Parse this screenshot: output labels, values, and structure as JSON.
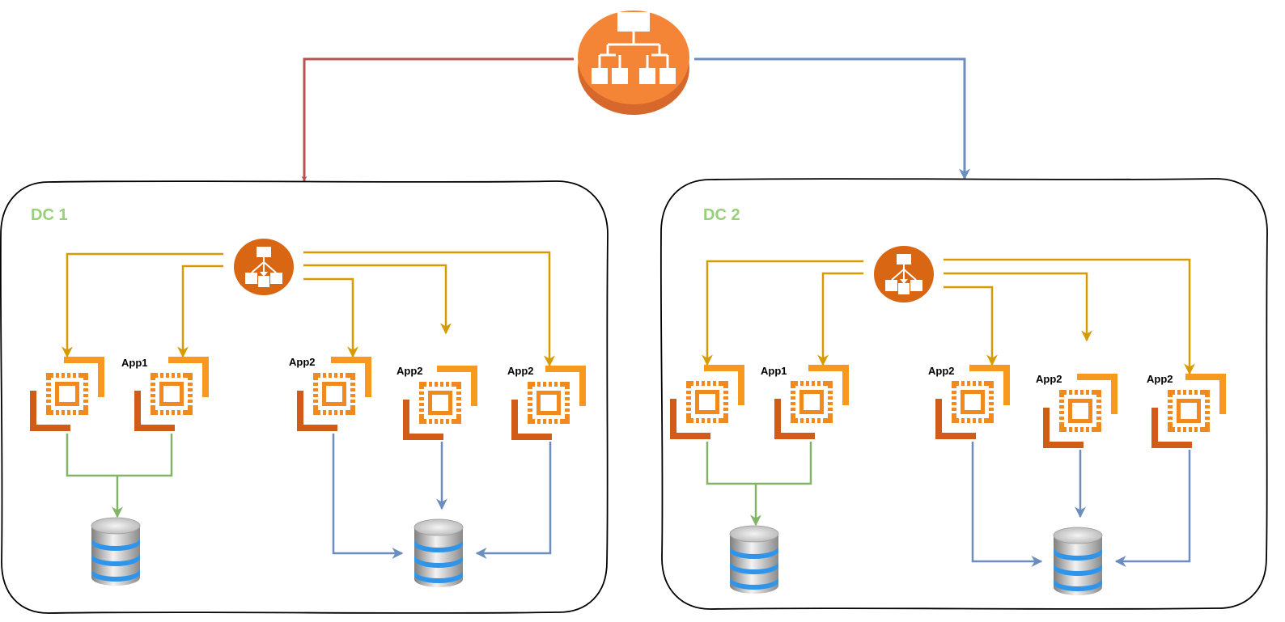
{
  "colors": {
    "elb_orange": "#f58536",
    "elb_shadow": "#d5682a",
    "sub_lb": "#d86613",
    "ec2_dark": "#d05c17",
    "ec2_light": "#f7981f",
    "line_red": "#b85450",
    "line_blue": "#6c8ebf",
    "line_gold": "#d79b00",
    "line_green": "#82b366",
    "dc_label": "#97d077",
    "db_band": "#2f95eb"
  },
  "icons": {
    "top_balancer": "elastic-load-balancer-icon",
    "dc_balancer": "load-balancer-icon",
    "instance": "ec2-instance-icon",
    "database": "database-icon"
  },
  "dc1": {
    "title": "DC 1",
    "labels": {
      "app1": "App1",
      "app2a": "App2",
      "app2b": "App2",
      "app2c": "App2"
    }
  },
  "dc2": {
    "title": "DC 2",
    "labels": {
      "app1": "App1",
      "app2a": "App2",
      "app2b": "App2",
      "app2c": "App2"
    }
  }
}
